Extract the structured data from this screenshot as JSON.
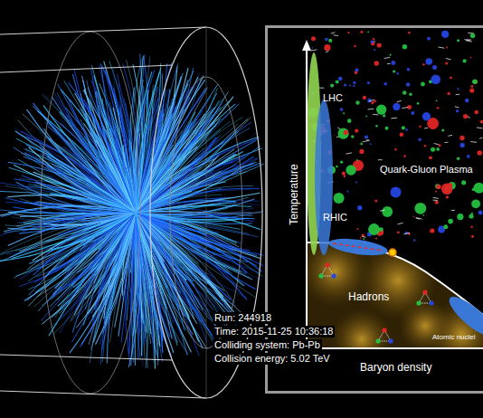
{
  "diagram": {
    "labels": [
      "Run: 244918",
      "Time: 2015-11-25 10:36:18",
      "Colliding system: Pb-Pb",
      "Collision energy: 5.02 TeV",
      "LHC",
      "Quark-Gluon Plasma",
      "Temperature",
      "RHIC",
      "Hadrons",
      "Atomic nuclei",
      "Baryon density"
    ]
  }
}
